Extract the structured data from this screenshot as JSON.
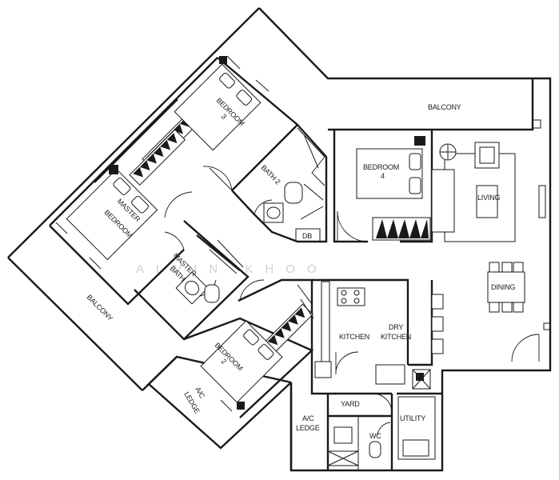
{
  "rooms": {
    "balcony_top": "BALCONY",
    "balcony_left": "BALCONY",
    "bedroom3_line1": "BEDROOM",
    "bedroom3_line2": "3",
    "bedroom4_line1": "BEDROOM",
    "bedroom4_line2": "4",
    "bath2": "BATH 2",
    "master_bedroom_line1": "MASTER",
    "master_bedroom_line2": "BEDROOM",
    "master_bath_line1": "MASTER",
    "master_bath_line2": "BATH",
    "db": "DB",
    "living": "LIVING",
    "dining": "DINING",
    "kitchen": "KITCHEN",
    "dry_kitchen_line1": "DRY",
    "dry_kitchen_line2": "KITCHEN",
    "bedroom2_line1": "BEDROOM",
    "bedroom2_line2": "2",
    "ac_ledge_left_line1": "A/C",
    "ac_ledge_left_line2": "LEDGE",
    "ac_ledge_right_line1": "A/C",
    "ac_ledge_right_line2": "LEDGE",
    "yard": "YARD",
    "utility": "UTILITY",
    "wc": "WC"
  },
  "watermark": "ALVIN KHOO"
}
